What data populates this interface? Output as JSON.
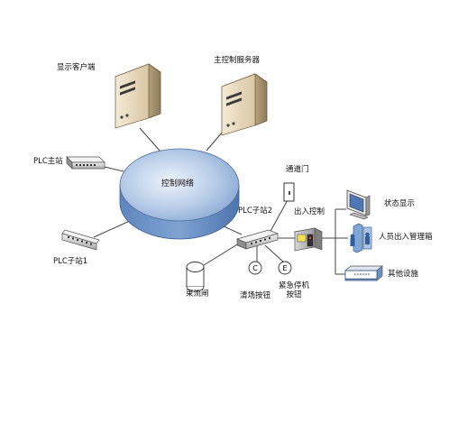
{
  "labels": {
    "display_client": "显示客户端",
    "main_server": "主控制服务器",
    "plc_main_station": "PLC主站",
    "control_network": "控制网络",
    "plc_sub_station_1": "PLC子站1",
    "plc_sub_station_2": "PLC子站2",
    "passage_door": "通道门",
    "access_control": "出入控制",
    "status_display": "状态显示",
    "personnel_management": "人员出入管理箱",
    "other_devices": "其他设施",
    "beam_gate": "束流闸",
    "clear_button": "清场按钮",
    "emergency_stop_line1": "紧急停机",
    "emergency_stop_line2": "按钮",
    "clear_button_glyph": "C",
    "emergency_button_glyph": "E"
  },
  "colors": {
    "network_fill_top": "#dbe6f4",
    "network_fill_mid": "#7fa3d0",
    "network_side": "#5d84bd",
    "line": "#444444"
  }
}
